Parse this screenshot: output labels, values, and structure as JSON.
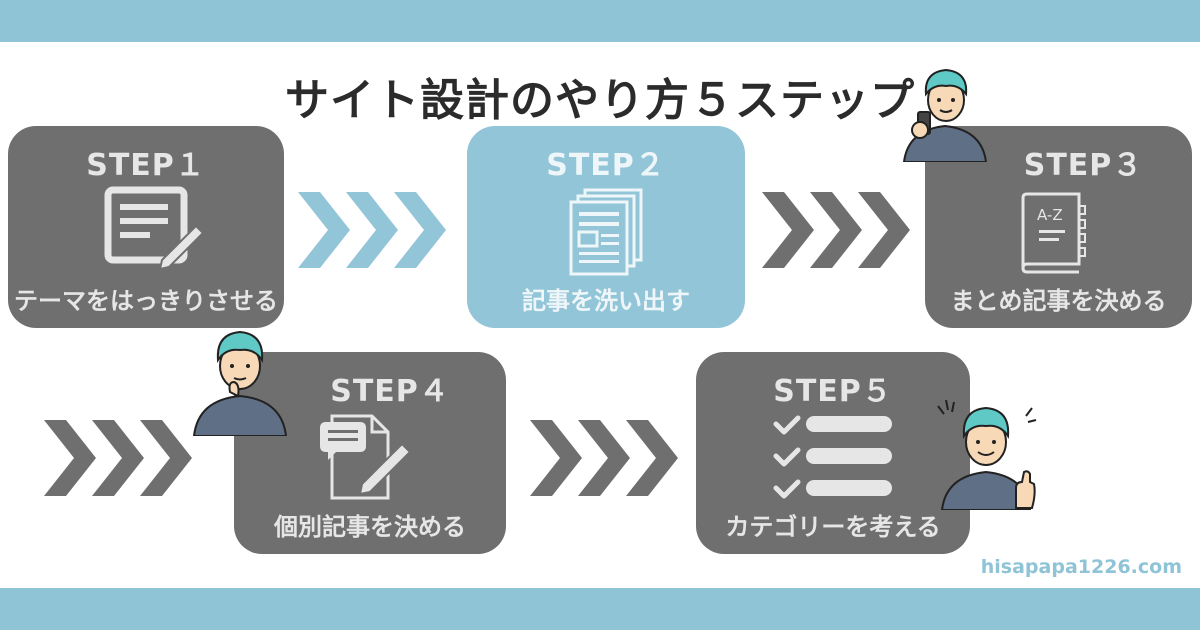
{
  "title": "サイト設計のやり方５ステップ",
  "steps": [
    {
      "step": "STEP１",
      "label": "テーマをはっきりさせる"
    },
    {
      "step": "STEP２",
      "label": "記事を洗い出す"
    },
    {
      "step": "STEP３",
      "label": "まとめ記事を決める"
    },
    {
      "step": "STEP４",
      "label": "個別記事を決める"
    },
    {
      "step": "STEP５",
      "label": "カテゴリーを考える"
    }
  ],
  "icon_names": [
    "document-edit-icon",
    "documents-stack-icon",
    "a-z-notebook-icon",
    "chat-document-icon",
    "checklist-icon"
  ],
  "notebook_text": "A-Z",
  "website": "hisapapa1226.com",
  "colors": {
    "band": "#8fc3d6",
    "card": "#6f6f6f",
    "active_card": "#93c5d8",
    "chevron_blue": "#93c5d8",
    "chevron_gray": "#6f6f6f",
    "title": "#2b2b2b"
  }
}
